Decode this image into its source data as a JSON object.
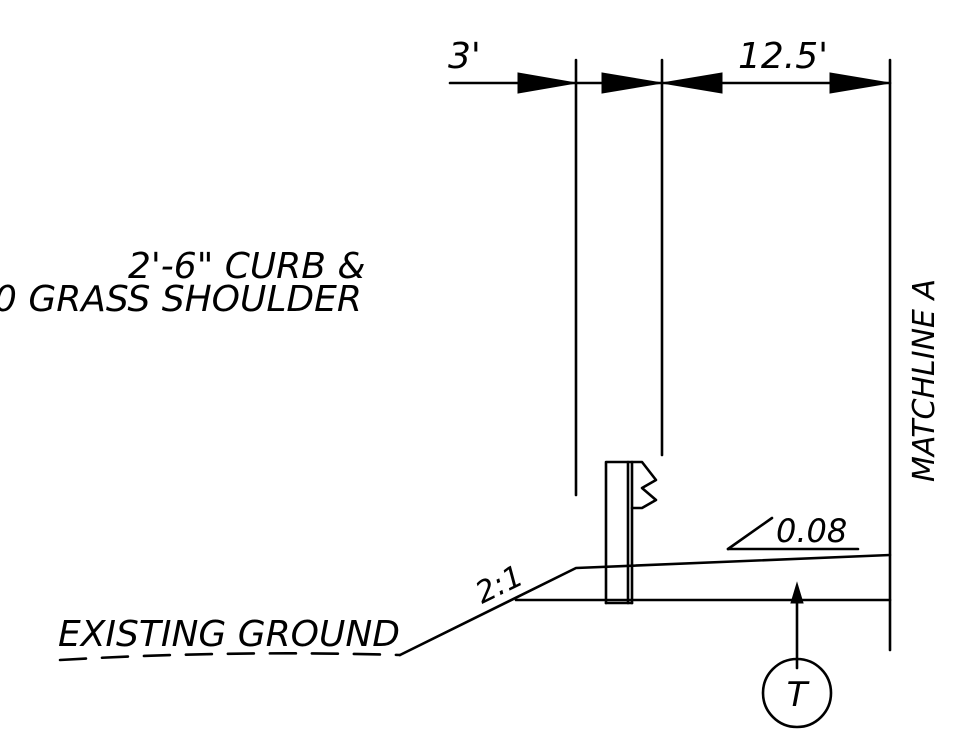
{
  "dimensions": {
    "curb_width": "3'",
    "lane_width": "12.5'"
  },
  "callouts": {
    "curb_line1": "2'-6\" CURB &",
    "shoulder_line2": "0 GRASS SHOULDER",
    "matchline": "MATCHLINE A",
    "slope_ratio": "2:1",
    "cross_slope": "0.08",
    "existing_ground": "EXISTING GROUND",
    "tag_letter": "T"
  }
}
